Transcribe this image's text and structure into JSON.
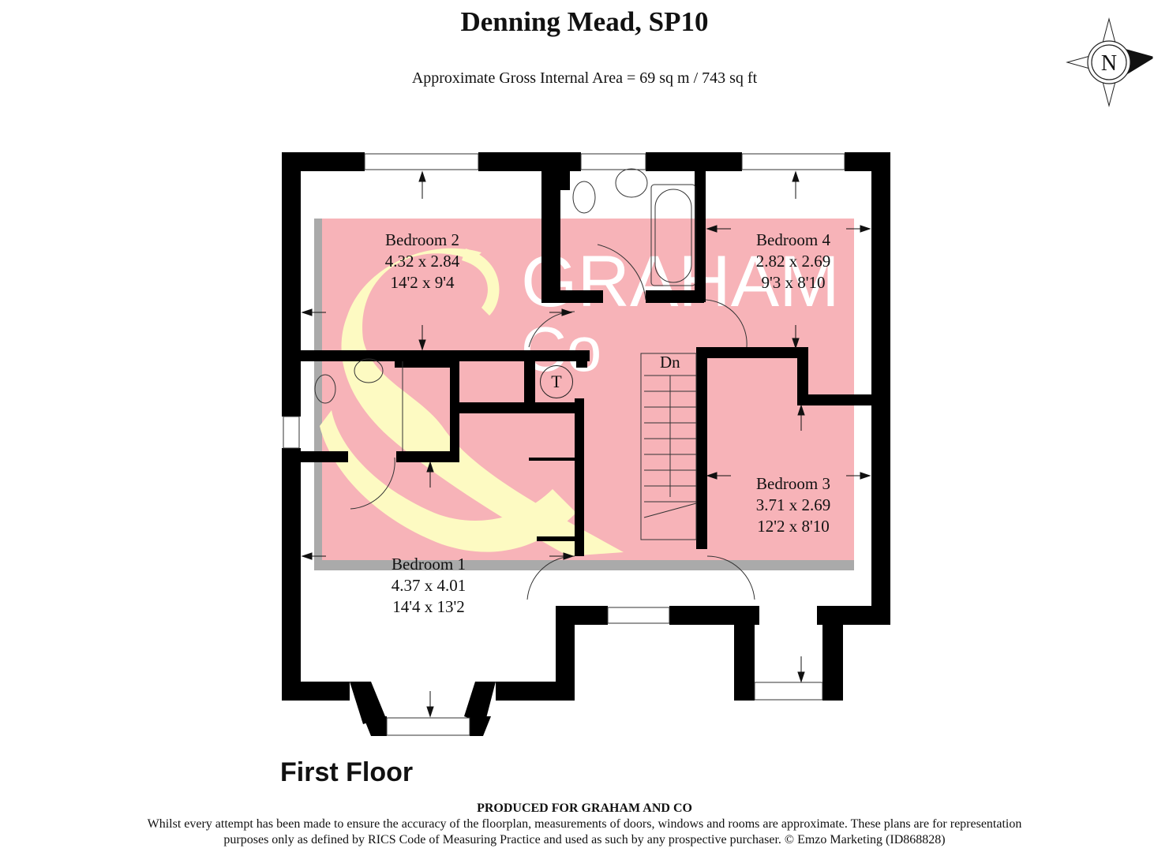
{
  "header": {
    "title": "Denning Mead, SP10",
    "subtitle": "Approximate Gross Internal Area = 69 sq m / 743 sq ft"
  },
  "compass": {
    "label": "N",
    "icon": "north-compass-icon"
  },
  "watermark": {
    "text_line1": "GRAHAM",
    "text_line2": "Co",
    "colors": {
      "pink": "#f7b3b8",
      "yellow": "#fdfac2",
      "gray": "#aaaaaa"
    }
  },
  "rooms": [
    {
      "name": "Bedroom 2",
      "metric": "4.32 x 2.84",
      "imperial": "14'2 x 9'4"
    },
    {
      "name": "Bedroom 4",
      "metric": "2.82 x 2.69",
      "imperial": "9'3 x 8'10"
    },
    {
      "name": "Bedroom 3",
      "metric": "3.71 x 2.69",
      "imperial": "12'2 x 8'10"
    },
    {
      "name": "Bedroom 1",
      "metric": "4.37 x 4.01",
      "imperial": "14'4 x 13'2"
    }
  ],
  "annotations": {
    "stairs": "Dn",
    "tank": "T"
  },
  "floor_label": "First Floor",
  "footer": {
    "produced": "PRODUCED FOR GRAHAM AND CO",
    "disclaimer_line1": "Whilst every attempt has been made to ensure the accuracy of the floorplan, measurements of doors, windows and rooms are approximate. These plans are for representation",
    "disclaimer_line2": "purposes only as defined by RICS Code of Measuring Practice and used as such by any prospective purchaser. © Emzo Marketing (ID868828)"
  }
}
